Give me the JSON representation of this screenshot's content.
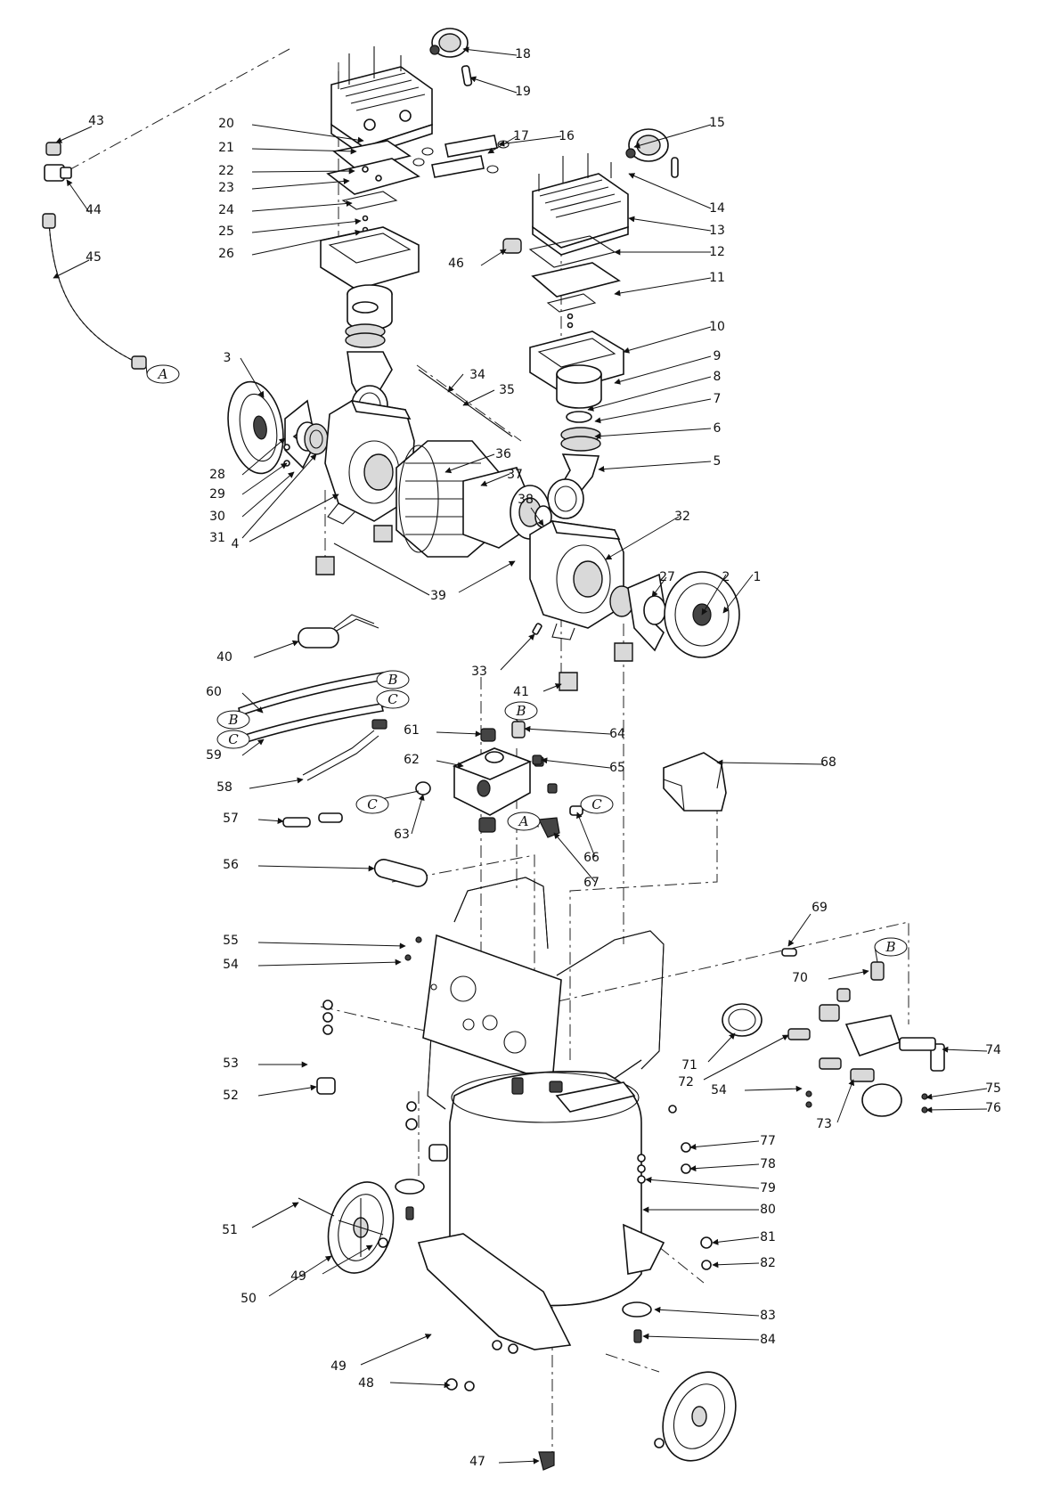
{
  "diagram": {
    "type": "exploded-parts-diagram",
    "callouts": [
      "1",
      "2",
      "3",
      "4",
      "5",
      "6",
      "7",
      "8",
      "9",
      "10",
      "11",
      "12",
      "13",
      "14",
      "15",
      "16",
      "17",
      "18",
      "19",
      "20",
      "21",
      "22",
      "23",
      "24",
      "25",
      "26",
      "27",
      "28",
      "29",
      "30",
      "31",
      "32",
      "33",
      "34",
      "35",
      "36",
      "37",
      "38",
      "39",
      "40",
      "41",
      "43",
      "44",
      "45",
      "46",
      "47",
      "48",
      "49",
      "49",
      "50",
      "51",
      "52",
      "53",
      "54",
      "54",
      "55",
      "56",
      "57",
      "58",
      "59",
      "60",
      "61",
      "62",
      "63",
      "64",
      "65",
      "66",
      "67",
      "68",
      "69",
      "70",
      "71",
      "72",
      "73",
      "74",
      "75",
      "76",
      "77",
      "78",
      "79",
      "80",
      "81",
      "82",
      "83",
      "84"
    ],
    "connectors": [
      "A",
      "A",
      "B",
      "B",
      "B",
      "B",
      "C",
      "C",
      "C",
      "C"
    ]
  }
}
